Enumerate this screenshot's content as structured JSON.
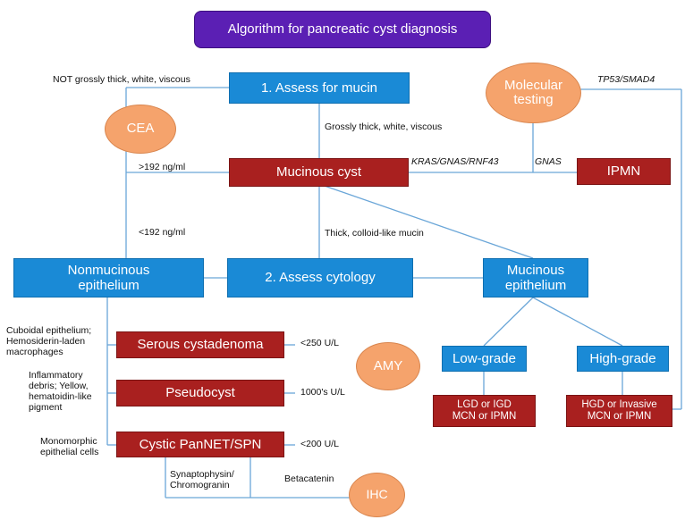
{
  "title": "Algorithm for pancreatic cyst diagnosis",
  "nodes": {
    "assess_mucin": "1. Assess for mucin",
    "mucinous_cyst": "Mucinous cyst",
    "ipmn": "IPMN",
    "nonmucinous": "Nonmucinous epithelium",
    "assess_cytology": "2. Assess cytology",
    "mucinous_epi": "Mucinous epithelium",
    "serous": "Serous cystadenoma",
    "pseudocyst": "Pseudocyst",
    "panNET": "Cystic PanNET/SPN",
    "low_grade": "Low-grade",
    "high_grade": "High-grade",
    "lgd": "LGD or IGD MCN or IPMN",
    "hgd": "HGD or Invasive MCN or IPMN"
  },
  "ovals": {
    "cea": "CEA",
    "molecular": "Molecular testing",
    "amy": "AMY",
    "ihc": "IHC"
  },
  "labels": {
    "not_thick": "NOT grossly thick, white, viscous",
    "thick": "Grossly thick, white, viscous",
    "tp53": "TP53/SMAD4",
    "kras": "KRAS/GNAS/RNF43",
    "gnas": "GNAS",
    "gt192": ">192 ng/ml",
    "lt192": "<192 ng/ml",
    "colloid": "Thick, colloid-like mucin",
    "cuboidal": "Cuboidal epithelium; Hemosiderin-laden macrophages",
    "inflammatory": "Inflammatory debris; Yellow, hematoidin-like pigment",
    "monomorphic": "Monomorphic epithelial cells",
    "lt250": "<250 U/L",
    "thousands": "1000's U/L",
    "lt200": "<200 U/L",
    "synapto": "Synaptophysin/ Chromogranin",
    "betacatenin": "Betacatenin"
  },
  "colors": {
    "blue_box": "#1a8ad6",
    "red_box": "#a9201f",
    "title_box": "#5b1fb4",
    "oval": "#f5a36c",
    "connector": "#6aa6d8"
  }
}
